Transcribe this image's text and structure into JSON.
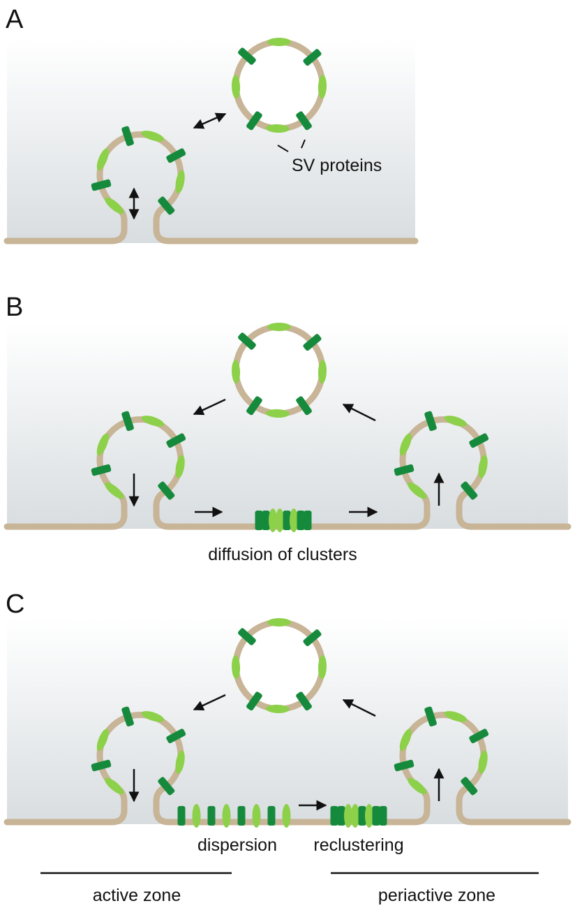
{
  "panels": [
    {
      "letter": "A",
      "labels": {
        "sv_proteins": "SV proteins"
      }
    },
    {
      "letter": "B",
      "labels": {
        "diffusion": "diffusion of clusters"
      }
    },
    {
      "letter": "C",
      "labels": {
        "dispersion": "dispersion",
        "reclustering": "reclustering"
      }
    }
  ],
  "zones": {
    "active": "active zone",
    "periactive": "periactive zone"
  },
  "colors": {
    "membrane": "#c8b496",
    "dark_protein": "#168a3c",
    "light_protein": "#8dd04a",
    "background_top": "#ffffff",
    "background_bottom": "#d8dde0",
    "arrow": "#111111"
  }
}
